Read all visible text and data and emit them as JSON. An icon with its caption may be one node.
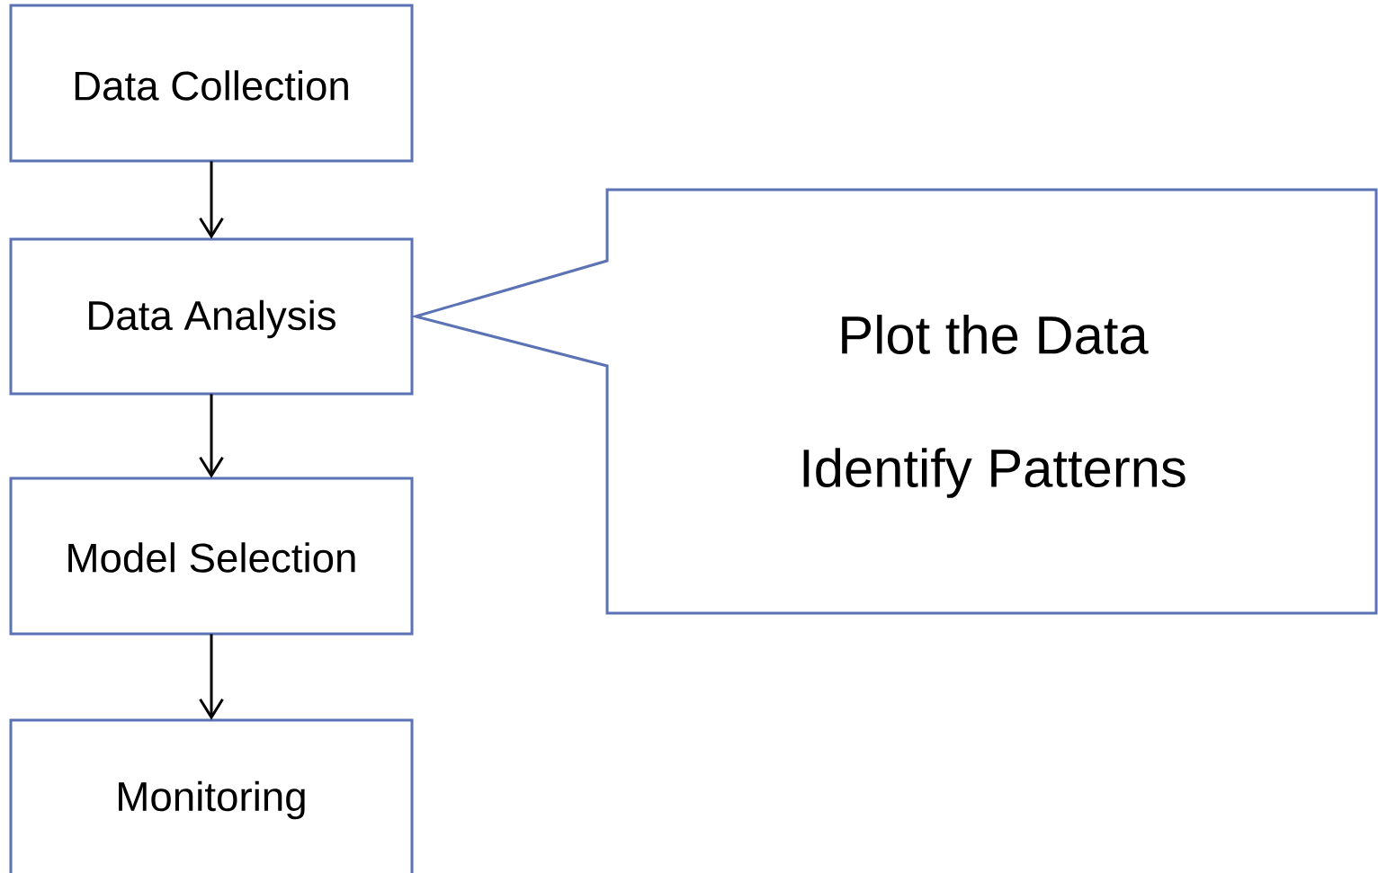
{
  "diagram": {
    "nodes": [
      {
        "text": [
          "Data Collection"
        ]
      },
      {
        "text": [
          "Data Analysis"
        ]
      },
      {
        "text": [
          "Model Selection"
        ]
      },
      {
        "text": [
          "Monitoring"
        ]
      },
      {
        "text": [
          "Plot the Data",
          "Identify Patterns"
        ]
      }
    ],
    "edges": [
      {
        "from": 0,
        "to": 1,
        "arrow": "to"
      },
      {
        "from": 1,
        "to": 2,
        "arrow": "to"
      },
      {
        "from": 2,
        "to": 3,
        "arrow": "to"
      }
    ]
  }
}
